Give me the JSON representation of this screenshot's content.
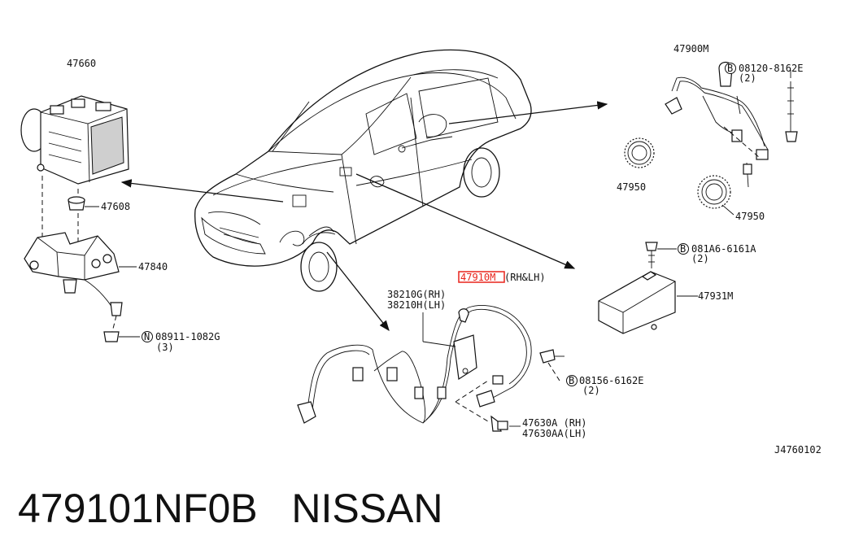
{
  "caption": {
    "part_number": "479101NF0B",
    "brand": "NISSAN"
  },
  "diagram_id": "J4760102",
  "labels": {
    "l47660": "47660",
    "l47608": "47608",
    "l47840": "47840",
    "l08911": "08911-1082G",
    "l08911_qty": "(3)",
    "l47900M": "47900M",
    "l08120": "08120-8162E",
    "l08120_qty": "(2)",
    "l47950a": "47950",
    "l47950b": "47950",
    "l081A6": "081A6-6161A",
    "l081A6_qty": "(2)",
    "l47931M": "47931M",
    "l47910M": "47910M",
    "l47910M_side": "(RH&LH)",
    "l38210G": "38210G(RH)",
    "l38210H": "38210H(LH)",
    "l08156": "08156-6162E",
    "l08156_qty": "(2)",
    "l47630A": "47630A (RH)",
    "l47630AA": "47630AA(LH)"
  },
  "symbols": {
    "bolt_B": "B",
    "nut_N": "N"
  },
  "highlight_color": "#e8231b"
}
